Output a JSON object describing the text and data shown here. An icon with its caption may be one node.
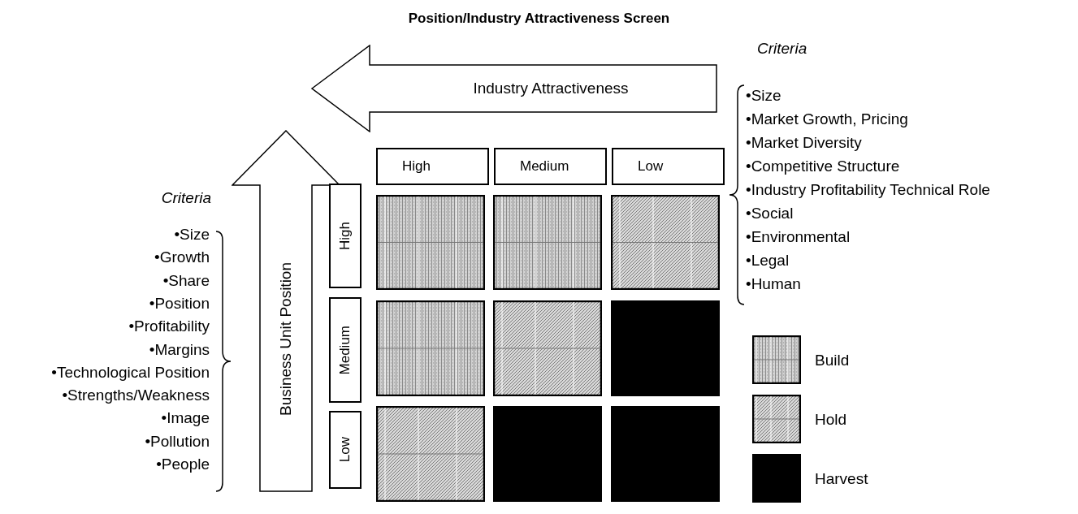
{
  "diagram": {
    "title": "Position/Industry Attractiveness Screen",
    "nodes": [
      {
        "text": [
          "Industry Attractiveness"
        ]
      },
      {
        "text": [
          "Business Unit Position"
        ]
      },
      {
        "text": [
          "High"
        ]
      },
      {
        "text": [
          "Medium"
        ]
      },
      {
        "text": [
          "Low"
        ]
      },
      {
        "text": [
          "High"
        ]
      },
      {
        "text": [],
        "shape": "box"
      },
      {
        "text": [],
        "shape": "box"
      },
      {
        "text": [],
        "shape": "box"
      },
      {
        "text": [
          "Medium"
        ]
      },
      {
        "text": [],
        "shape": "box"
      },
      {
        "text": [],
        "shape": "box"
      },
      {
        "text": [],
        "shape": "box"
      },
      {
        "text": [
          "Low"
        ]
      },
      {
        "text": [],
        "shape": "box"
      },
      {
        "text": [],
        "shape": "box"
      },
      {
        "text": [],
        "shape": "box"
      }
    ],
    "edges": [],
    "labels": [
      "Criteria",
      "•Size",
      "•Market Growth, Pricing",
      "•Market Diversity",
      "•Competitive Structure",
      "•Industry Profitability Technical Role",
      "•Social",
      "•Environmental",
      "•Legal",
      "•Human",
      "Criteria",
      "•Size",
      "•Growth",
      "•Share",
      "•Position",
      "•Profitability",
      "•Margins",
      "•Technological Position",
      "•Strengths/Weakness",
      "•Image",
      "•Pollution",
      "•People"
    ],
    "legend": [
      {
        "text": "Build"
      },
      {
        "text": "Hold"
      },
      {
        "text": "Harvest",
        "color": "#000000"
      }
    ]
  }
}
